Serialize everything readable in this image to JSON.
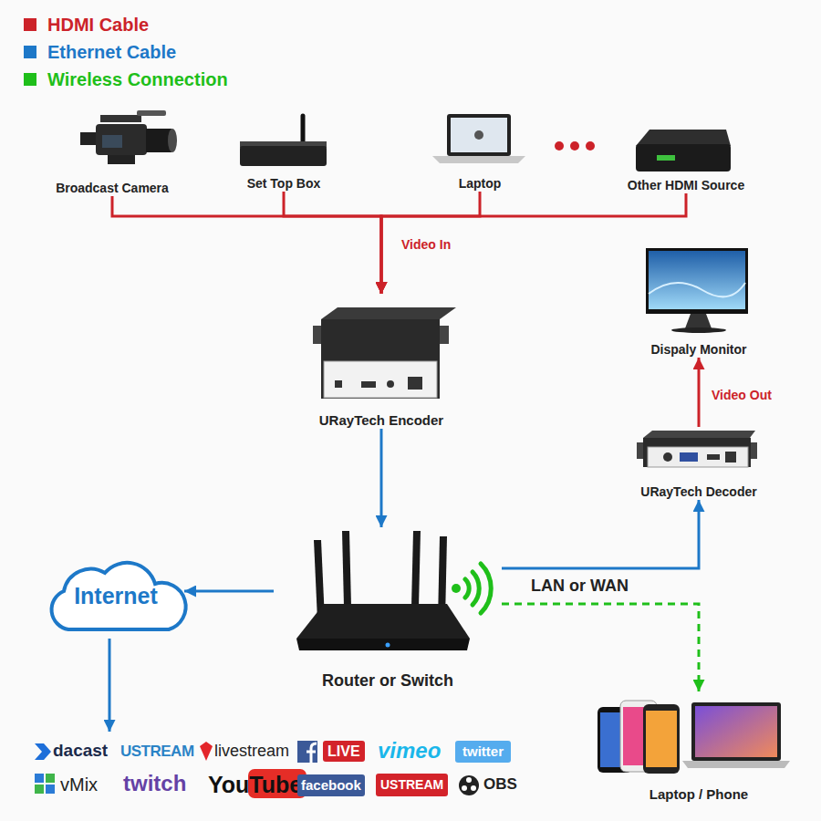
{
  "diagram": {
    "nodes": [
      {
        "text": [
          "Broadcast Camera"
        ]
      },
      {
        "text": [
          "Set Top Box"
        ]
      },
      {
        "text": [
          "Laptop"
        ]
      },
      {
        "text": [
          "Other HDMI Source"
        ]
      },
      {
        "text": [
          "URayTech Encoder"
        ]
      },
      {
        "text": [
          "Dispaly Monitor"
        ]
      },
      {
        "text": [
          "URayTech Decoder"
        ]
      },
      {
        "text": [
          "Internet"
        ]
      },
      {
        "text": [
          "Router or Switch"
        ]
      },
      {
        "text": [
          "Laptop / Phone"
        ]
      }
    ],
    "edges": [
      {
        "from": 0,
        "to": 4,
        "arrow": "to",
        "label": "Video In"
      },
      {
        "from": 1,
        "to": 4,
        "arrow": "to"
      },
      {
        "from": 2,
        "to": 4,
        "arrow": "to"
      },
      {
        "from": 3,
        "to": 4,
        "arrow": "to"
      },
      {
        "from": 4,
        "to": 8,
        "arrow": "to"
      },
      {
        "from": 8,
        "to": 7,
        "arrow": "to"
      },
      {
        "from": 8,
        "to": 6,
        "arrow": "to",
        "label": "LAN or WAN"
      },
      {
        "from": 8,
        "to": 9,
        "arrow": "to"
      },
      {
        "from": 6,
        "to": 5,
        "arrow": "to",
        "label": "Video Out"
      }
    ],
    "labels": [
      "dacast",
      "USTREAM",
      "livestream",
      "LIVE",
      "vimeo",
      "twitter",
      "vMix",
      "twitch",
      "YouTube",
      "facebook",
      "USTREAM",
      "OBS"
    ],
    "legend": [
      {
        "text": "HDMI Cable",
        "color": "#cc2229"
      },
      {
        "text": "Ethernet Cable",
        "color": "#1d78c8"
      },
      {
        "text": "Wireless Connection",
        "color": "#1fbf1a"
      }
    ]
  }
}
